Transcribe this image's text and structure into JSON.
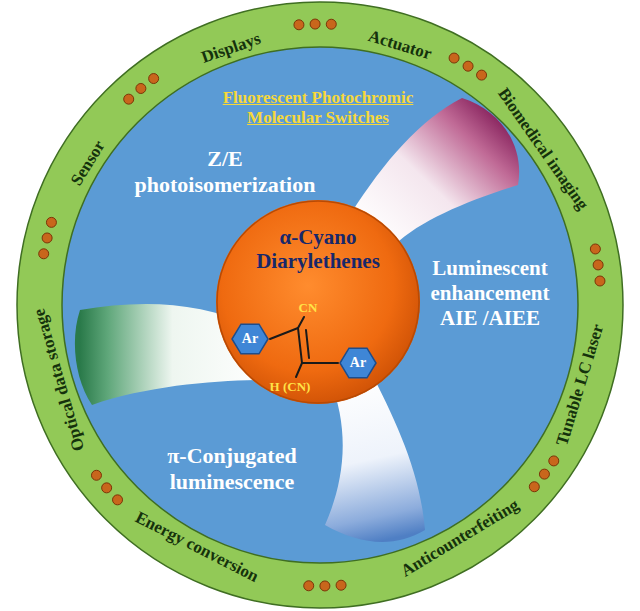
{
  "diagram": {
    "nodes": [
      {
        "text": [
          "Sensor",
          "Displays",
          "Actuator",
          "Biomedical imaging",
          "Tunable LC laser",
          "Anticounterfeiting",
          "Energy conversion",
          "Optical data storage"
        ]
      },
      {
        "text": [
          "Fluorescent Photochromic Molecular Switches"
        ],
        "in": 0
      },
      {
        "text": [
          "α-Cyano Diarylethenes"
        ],
        "in": 1
      },
      {
        "text": [
          "Ar"
        ],
        "in": 2
      },
      {
        "text": [
          "Ar"
        ],
        "in": 2
      }
    ],
    "labels": [
      "Z/E photoisomerization",
      "Luminescent enhancement AIE /AIEE",
      "π-Conjugated luminescence",
      "CN",
      "H (CN)"
    ]
  }
}
